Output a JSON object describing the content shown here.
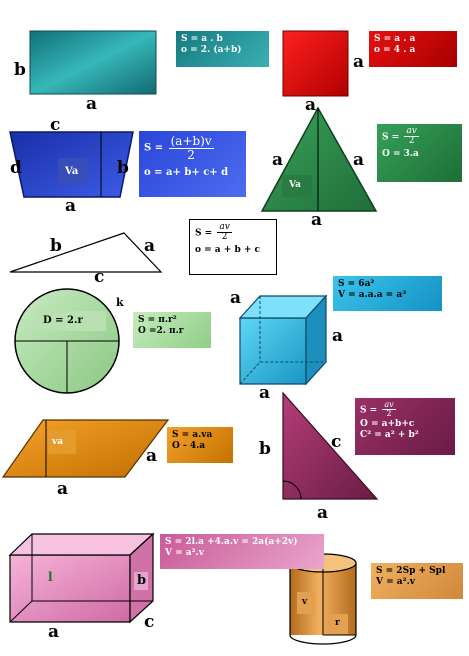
{
  "rectangle": {
    "label_left": "b",
    "label_bottom": "a",
    "formula_1": "S = a . b",
    "formula_2": "o = 2. (a+b)",
    "color": "#1e8a8f"
  },
  "square": {
    "label_right": "a",
    "label_bottom": "a",
    "formula_1": "S = a . a",
    "formula_2": "o = 4 . a",
    "color": "#e01010"
  },
  "trapezoid": {
    "label_top": "c",
    "label_left": "d",
    "label_right": "b",
    "label_bottom": "a",
    "height_label": "Va",
    "area_lhs": "S =",
    "area_num": "(a+b)v",
    "area_den": "2",
    "perimeter": "o = a+ b+ c+ d",
    "color": "#2442c8"
  },
  "isosceles_triangle": {
    "label_left": "a",
    "label_right": "a",
    "label_bottom": "a",
    "height_label": "Va",
    "area_lhs": "S =",
    "area_num": "av",
    "area_den": "2",
    "perimeter": "O = 3.a",
    "color": "#2f8a4a"
  },
  "scalene_triangle": {
    "label_left": "b",
    "label_right": "a",
    "label_bottom": "c",
    "area_lhs": "S =",
    "area_num": "av",
    "area_den": "2",
    "perimeter": "o = a + b + c"
  },
  "circle": {
    "label_k": "k",
    "diameter": "D = 2.r",
    "formula_1": "S = π.r²",
    "formula_2": "O =2. π.r",
    "color": "#a9d9a0"
  },
  "cube": {
    "label_left": "a",
    "label_right": "a",
    "label_bottom": "a",
    "formula_1": "S = 6a²",
    "formula_2": "V = a.a.a = a³",
    "color": "#29b8e0"
  },
  "parallelogram": {
    "label_right": "a",
    "label_bottom": "a",
    "height_label": "va",
    "formula_1": "S = a.va",
    "formula_2": "O - 4.a",
    "color": "#e08a10"
  },
  "right_triangle": {
    "label_left": "b",
    "label_right": "c",
    "label_bottom": "a",
    "area_lhs": "S =",
    "area_num": "av",
    "area_den": "2",
    "perimeter": "O = a+b+c",
    "pythagoras": "C² = a² + b²",
    "color": "#8e2c5c"
  },
  "cuboid": {
    "label_inner": "l",
    "label_right": "b",
    "label_bottom": "a",
    "label_corner": "c",
    "formula_1": "S = 2l.a +4.a.v = 2a(a+2v)",
    "formula_2": "V = a².v",
    "color": "#e78fc4"
  },
  "cylinder": {
    "label_v": "v",
    "label_r": "r",
    "formula_1": "S = 2Sp + Spl",
    "formula_2": "V = a².v",
    "color": "#e8a14a"
  }
}
